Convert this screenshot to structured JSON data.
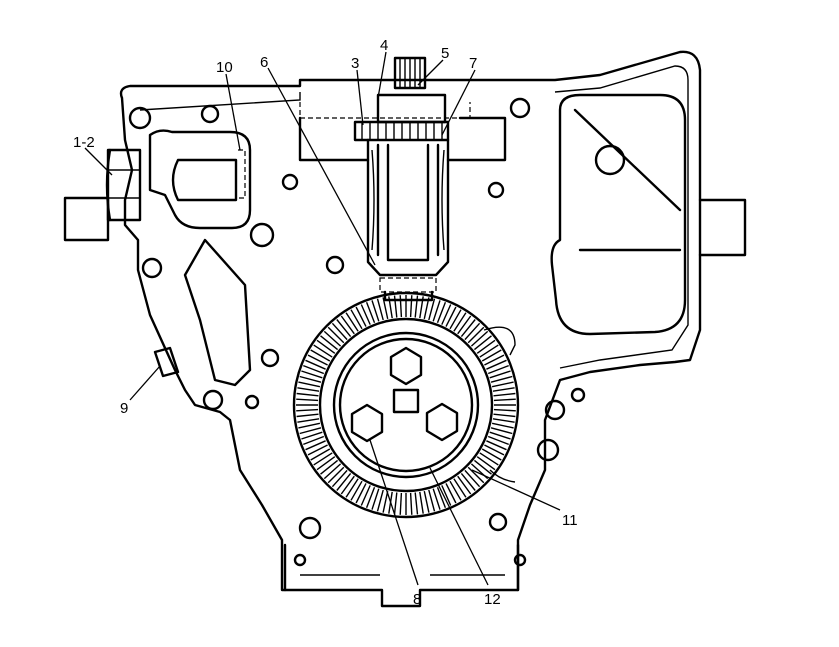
{
  "diagram": {
    "type": "mechanical cross-section",
    "callouts": [
      {
        "id": "c1-2",
        "label": "1-2"
      },
      {
        "id": "c3",
        "label": "3"
      },
      {
        "id": "c4",
        "label": "4"
      },
      {
        "id": "c5",
        "label": "5"
      },
      {
        "id": "c6",
        "label": "6"
      },
      {
        "id": "c7",
        "label": "7"
      },
      {
        "id": "c8",
        "label": "8"
      },
      {
        "id": "c9",
        "label": "9"
      },
      {
        "id": "c10",
        "label": "10"
      },
      {
        "id": "c11",
        "label": "11"
      },
      {
        "id": "c12",
        "label": "12"
      }
    ]
  },
  "colors": {
    "line": "#000000",
    "background": "#ffffff"
  }
}
